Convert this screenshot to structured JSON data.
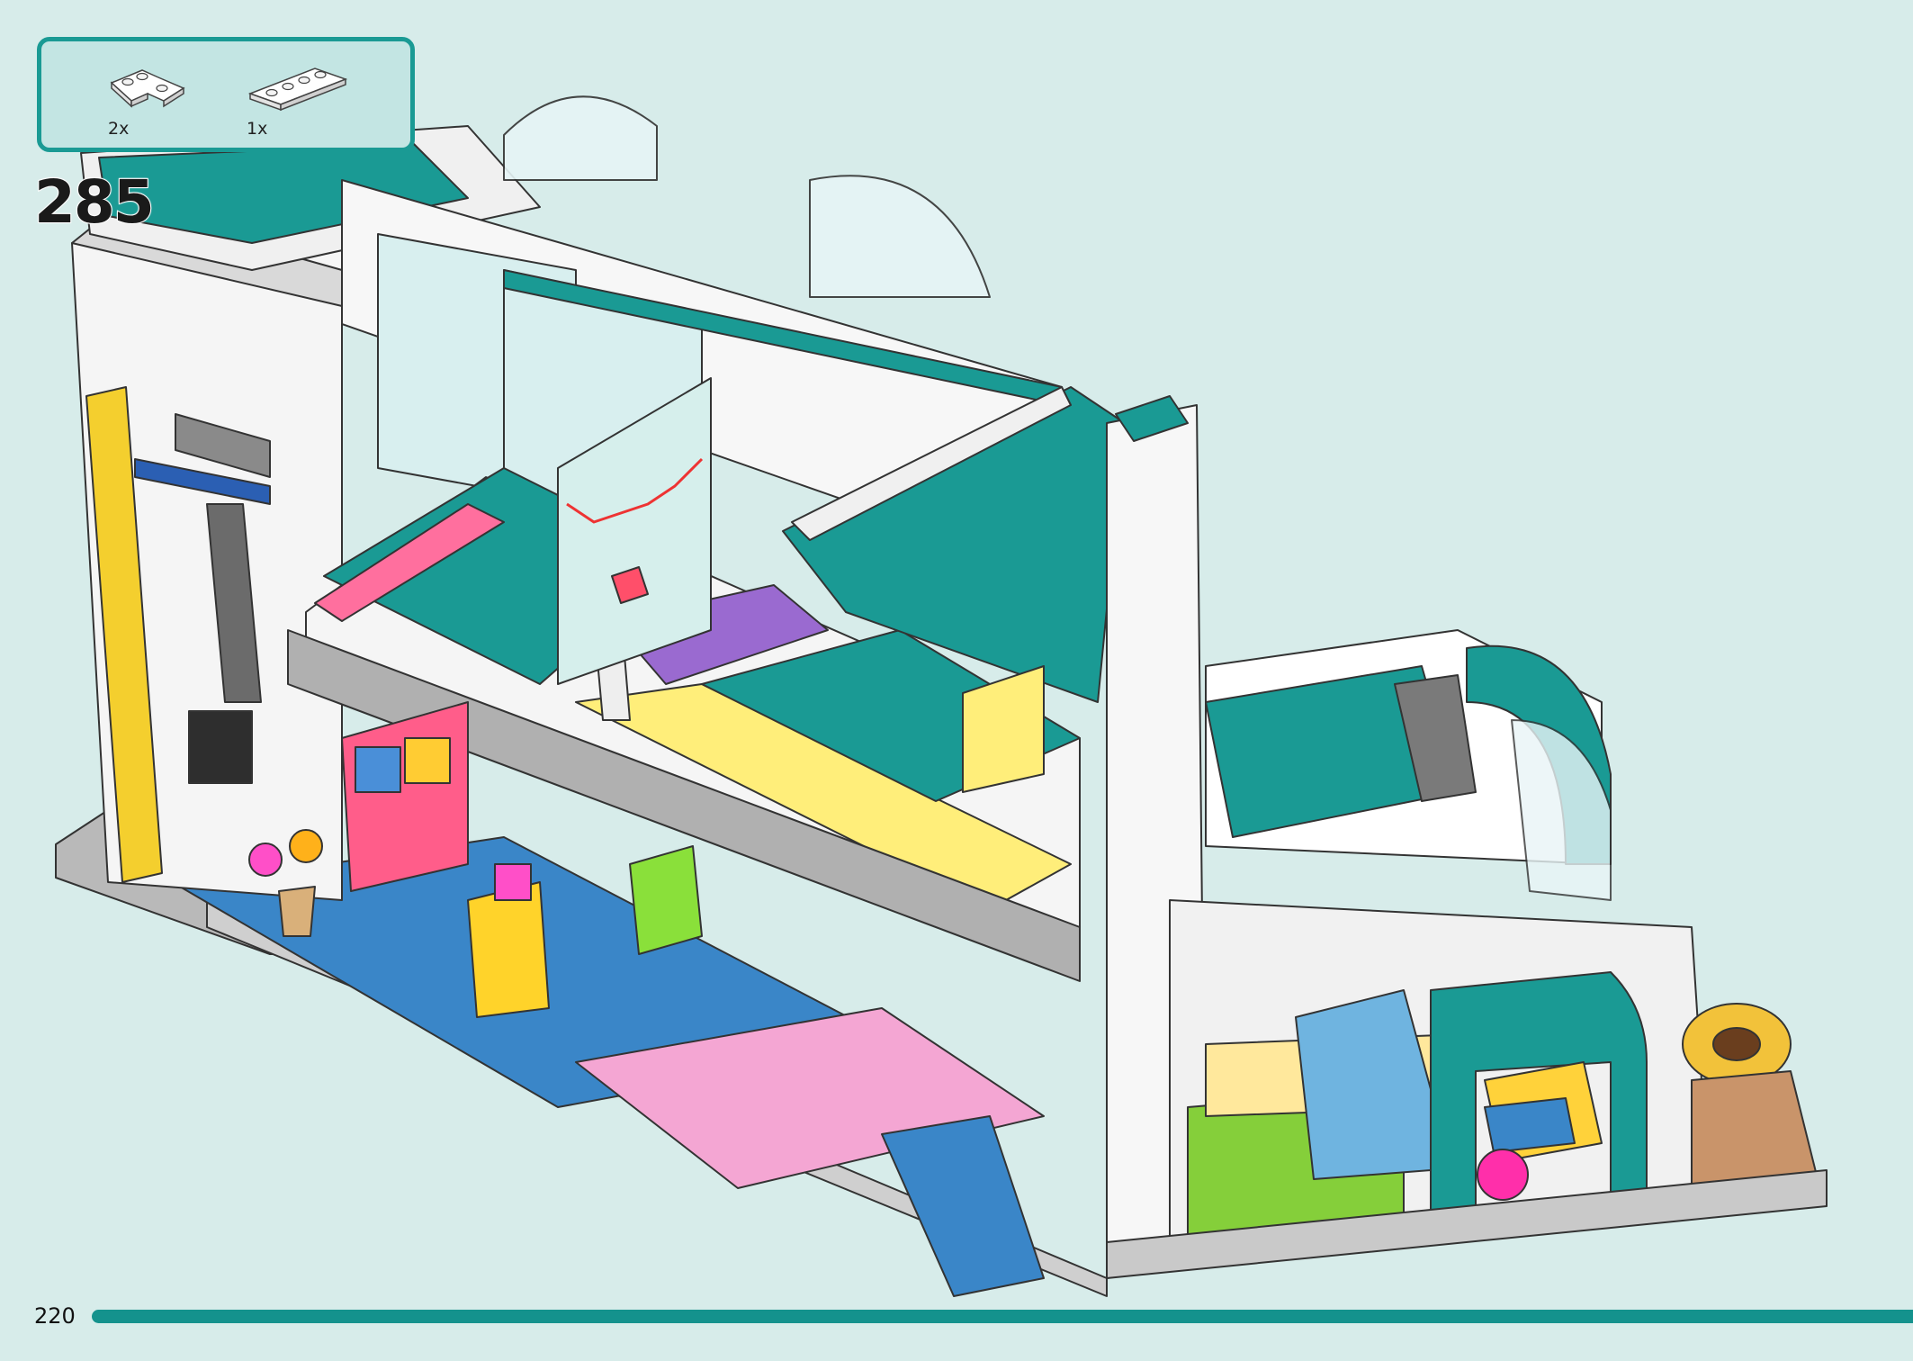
{
  "step": {
    "number": "285"
  },
  "parts_callout": {
    "items": [
      {
        "quantity": "2x",
        "part_icon": "white-l-plate-icon"
      },
      {
        "quantity": "1x",
        "part_icon": "white-1x4-plate-icon"
      }
    ]
  },
  "footer": {
    "page_number": "220"
  },
  "colors": {
    "background": "#d7ecea",
    "accent_teal": "#1a9a94",
    "callout_fill": "#c3e5e3",
    "footer_bar": "#14928d"
  },
  "illustration": {
    "subject": "hospital-building-model-icon"
  }
}
